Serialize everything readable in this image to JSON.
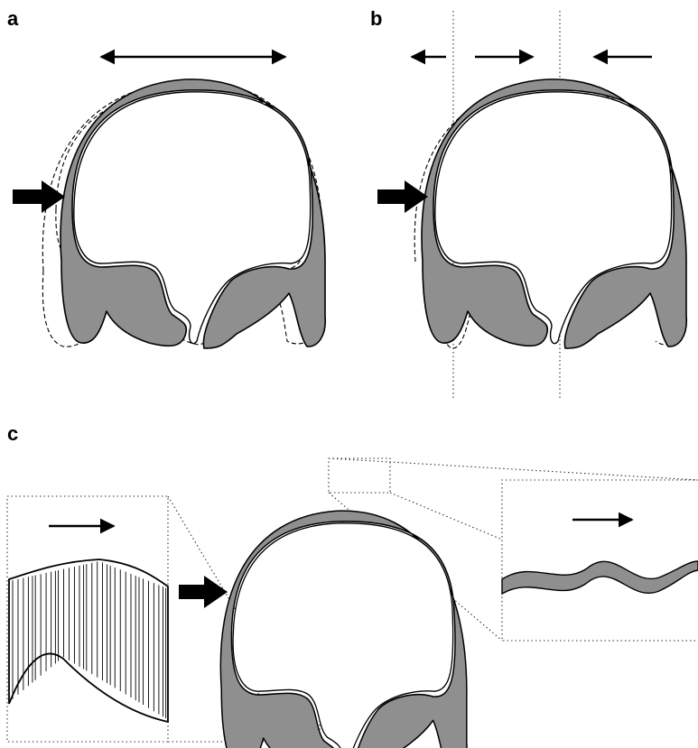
{
  "figure": {
    "panels": [
      {
        "label": "a"
      },
      {
        "label": "b"
      },
      {
        "label": "c"
      }
    ],
    "colors": {
      "bone": "#8f8f8f",
      "outline": "#000000",
      "background": "#ffffff"
    }
  }
}
